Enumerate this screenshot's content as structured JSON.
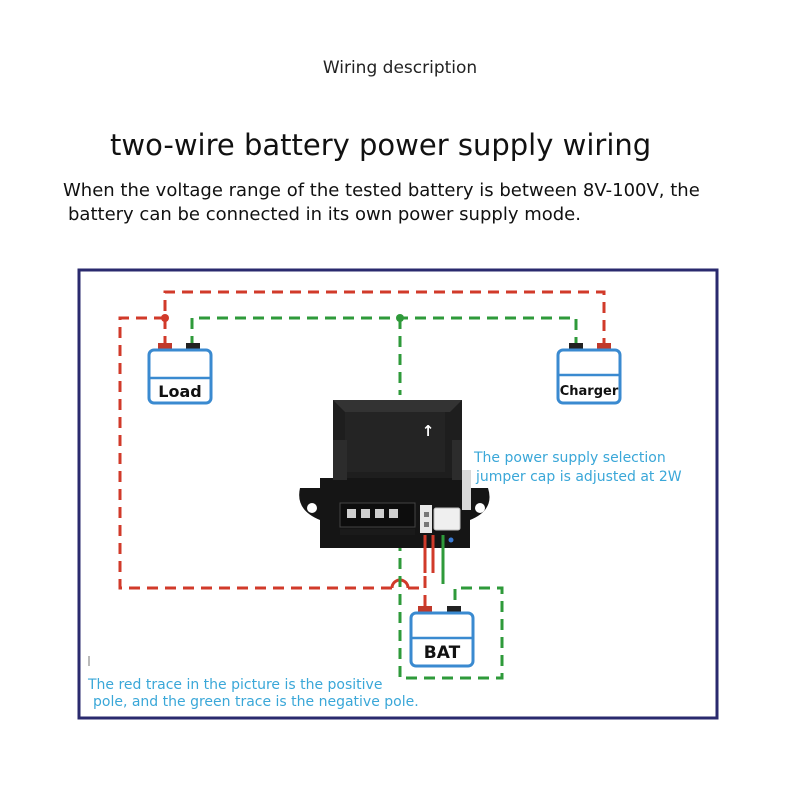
{
  "header": {
    "caption": "Wiring description",
    "title": "two-wire battery power supply wiring",
    "description_line1": "When the voltage range of the tested battery is between 8V-100V, the",
    "description_line2": "battery can be connected in its own power supply mode."
  },
  "diagram": {
    "load_label": "Load",
    "charger_label": "Charger",
    "bat_label": "BAT",
    "module_arrow": "↑",
    "jumper_note_line1": "The power supply selection",
    "jumper_note_line2": "jumper cap is adjusted at 2W",
    "legend_line1": "The red trace in the picture is the positive",
    "legend_line2": "pole, and the green trace is the negative pole.",
    "colors": {
      "frame": "#2a2a6e",
      "positive": "#d13a2a",
      "negative": "#2e9a3a",
      "device_border": "#3a8ad0",
      "note_text": "#3aa7d8"
    }
  }
}
